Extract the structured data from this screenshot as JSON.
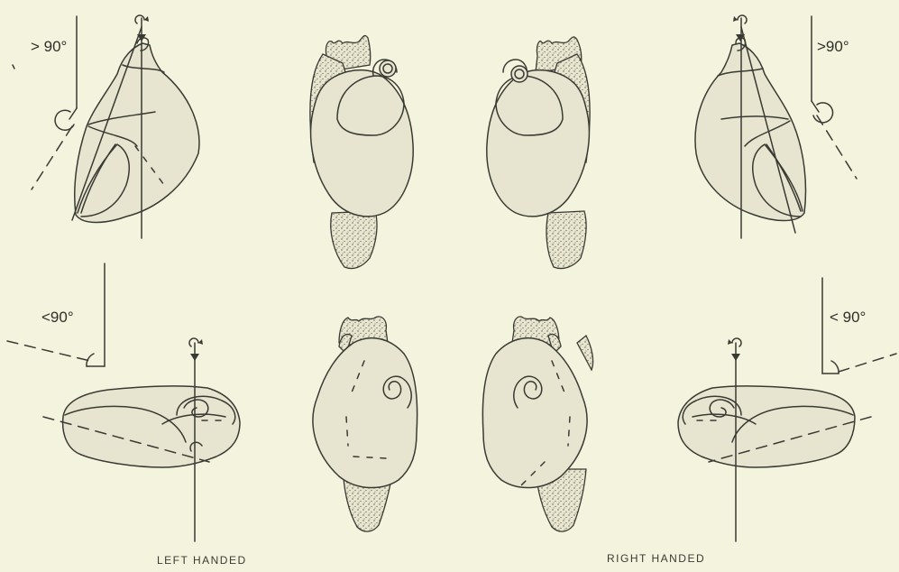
{
  "figure": {
    "angle_labels": {
      "top_left": "> 90°",
      "top_right": ">90°",
      "bottom_left": "<90°",
      "bottom_right": "< 90°"
    },
    "captions": {
      "left": "LEFT HANDED",
      "right": "RIGHT HANDED"
    }
  }
}
